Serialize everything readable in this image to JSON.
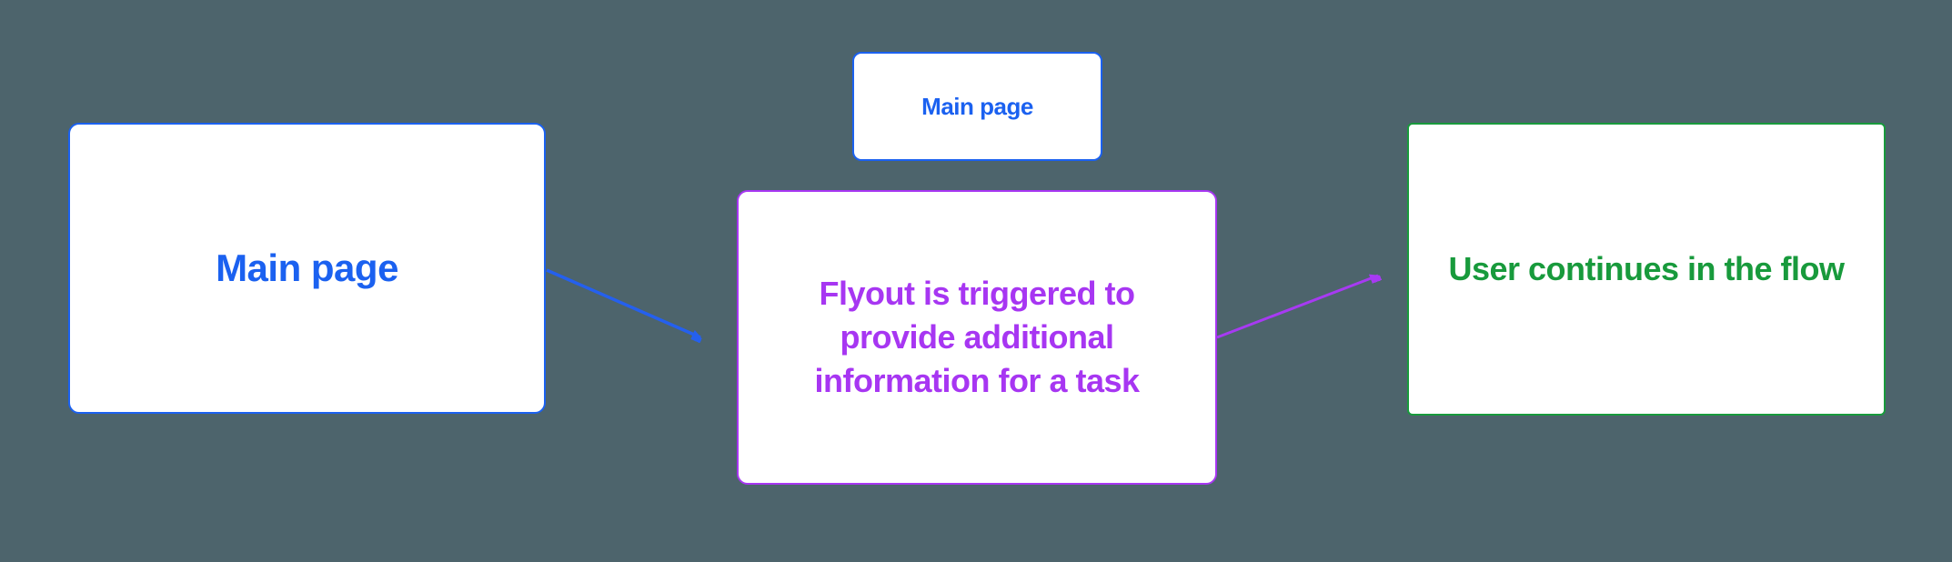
{
  "diagram": {
    "background_color": "#4d646c",
    "colors": {
      "blue": "#1b61f0",
      "purple": "#a736f2",
      "green": "#189a3c",
      "node_fill": "#ffffff"
    },
    "nodes": [
      {
        "id": "main-page-large",
        "label": "Main page",
        "color": "#1b61f0"
      },
      {
        "id": "main-page-small",
        "label": "Main page",
        "color": "#1b61f0"
      },
      {
        "id": "flyout",
        "label": "Flyout is triggered to provide additional information for a task",
        "color": "#a736f2"
      },
      {
        "id": "user-continues",
        "label": "User continues in the flow",
        "color": "#189a3c"
      }
    ],
    "connectors": [
      {
        "from": "main-page-large",
        "to": "flyout",
        "color": "#2560ee"
      },
      {
        "from": "flyout",
        "to": "user-continues",
        "color": "#a73af2"
      }
    ]
  }
}
